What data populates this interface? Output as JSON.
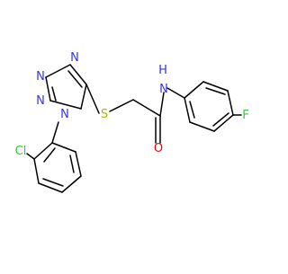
{
  "molecule": {
    "atom_labels": {
      "n1": "N",
      "n2": "N",
      "n3": "N",
      "n4": "N",
      "s": "S",
      "o": "O",
      "nh_n": "N",
      "nh_h": "H",
      "f": "F",
      "cl": "Cl"
    },
    "colors": {
      "bond": "#000000",
      "nitrogen": "#3333ff",
      "sulfur": "#b2b200",
      "oxygen": "#ff0000",
      "fluorine": "#33cc33",
      "chlorine": "#33cc33"
    }
  }
}
